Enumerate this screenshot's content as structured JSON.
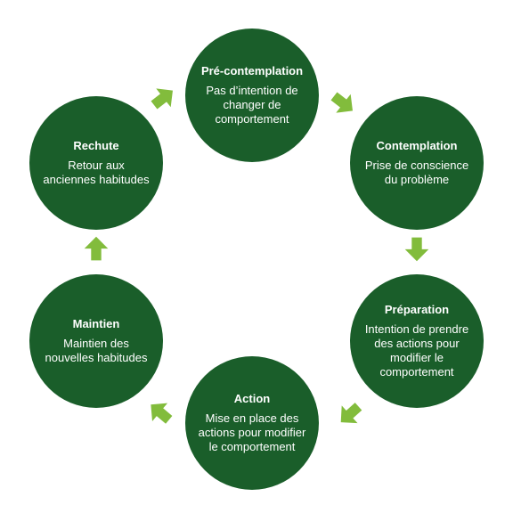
{
  "colors": {
    "circle": "#1a5e2a",
    "arrow": "#82bc3c",
    "text": "#ffffff"
  },
  "stages": [
    {
      "title": "Pré-contemplation",
      "description": "Pas d’intention de changer de comportement"
    },
    {
      "title": "Contemplation",
      "description": "Prise de conscience du problème"
    },
    {
      "title": "Préparation",
      "description": "Intention de prendre des actions pour modifier le comportement"
    },
    {
      "title": "Action",
      "description": "Mise en place des actions pour modifier le comportement"
    },
    {
      "title": "Maintien",
      "description": "Maintien des nouvelles habitudes"
    },
    {
      "title": "Rechute",
      "description": "Retour aux anciennes habitudes"
    }
  ]
}
